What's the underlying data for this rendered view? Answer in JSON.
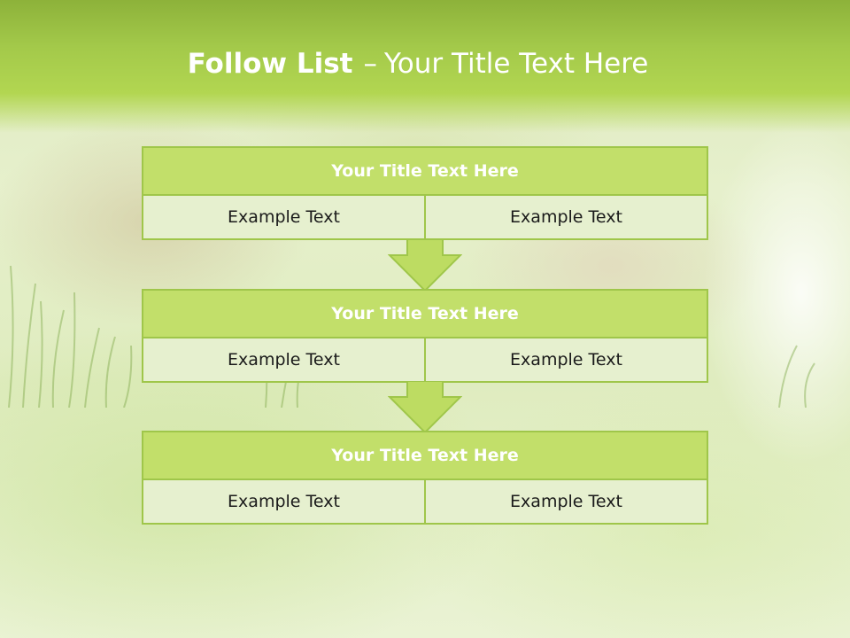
{
  "page": {
    "title_bold": "Follow List",
    "title_separator": "–",
    "title_rest": "Your Title Text Here"
  },
  "blocks": [
    {
      "title": "Your Title Text Here",
      "left": "Example Text",
      "right": "Example Text"
    },
    {
      "title": "Your Title Text Here",
      "left": "Example Text",
      "right": "Example Text"
    },
    {
      "title": "Your Title Text Here",
      "left": "Example Text",
      "right": "Example Text"
    }
  ],
  "colors": {
    "banner": "#a3c94a",
    "block_title_fill": "#c2df6a",
    "cell_fill": "#e6f0cf",
    "border": "#9fc64a",
    "arrow_fill": "#bddc62"
  }
}
